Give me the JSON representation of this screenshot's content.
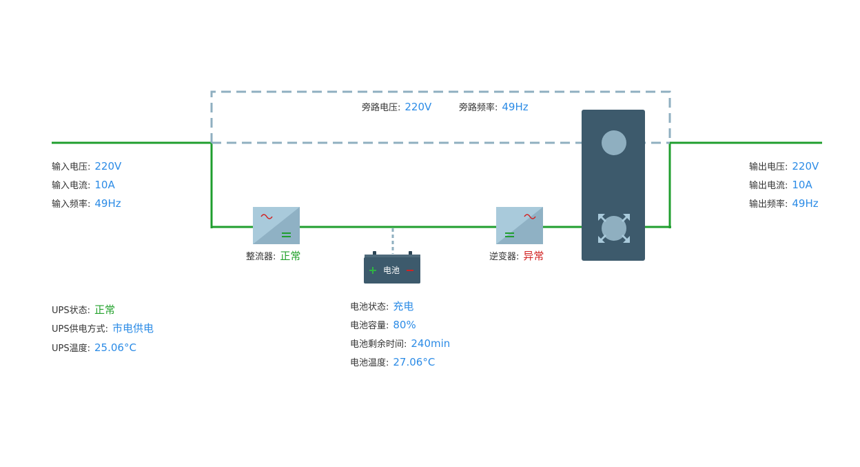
{
  "colors": {
    "line_green": "#1f9e2e",
    "bypass_dashed": "#8fafc0",
    "switch_panel": "#3d5a6c",
    "converter_light": "#a9cadb",
    "converter_dark": "#8fb1c4",
    "value_blue": "#2b8be6",
    "status_green": "#22a12b",
    "status_red": "#d22222"
  },
  "bypass": {
    "voltage_label": "旁路电压:",
    "voltage_value": "220V",
    "freq_label": "旁路频率:",
    "freq_value": "49Hz"
  },
  "input": {
    "voltage_label": "输入电压:",
    "voltage_value": "220V",
    "current_label": "输入电流:",
    "current_value": "10A",
    "freq_label": "输入频率:",
    "freq_value": "49Hz"
  },
  "output": {
    "voltage_label": "输出电压:",
    "voltage_value": "220V",
    "current_label": "输出电流:",
    "current_value": "10A",
    "freq_label": "输出频率:",
    "freq_value": "49Hz"
  },
  "rectifier": {
    "label": "整流器:",
    "status": "正常",
    "icon_ac": "ac-wave-icon",
    "icon_dc": "dc-equals-icon"
  },
  "inverter": {
    "label": "逆变器:",
    "status": "异常",
    "icon_ac": "ac-wave-icon",
    "icon_dc": "dc-equals-icon"
  },
  "battery_icon": {
    "label": "电池",
    "plus": "+",
    "minus": "−"
  },
  "ups": {
    "status_label": "UPS状态:",
    "status_value": "正常",
    "mode_label": "UPS供电方式:",
    "mode_value": "市电供电",
    "temp_label": "UPS温度:",
    "temp_value": "25.06°C"
  },
  "battery": {
    "status_label": "电池状态:",
    "status_value": "充电",
    "capacity_label": "电池容量:",
    "capacity_value": "80%",
    "remaining_label": "电池剩余时间:",
    "remaining_value": "240min",
    "temp_label": "电池温度:",
    "temp_value": "27.06°C"
  }
}
